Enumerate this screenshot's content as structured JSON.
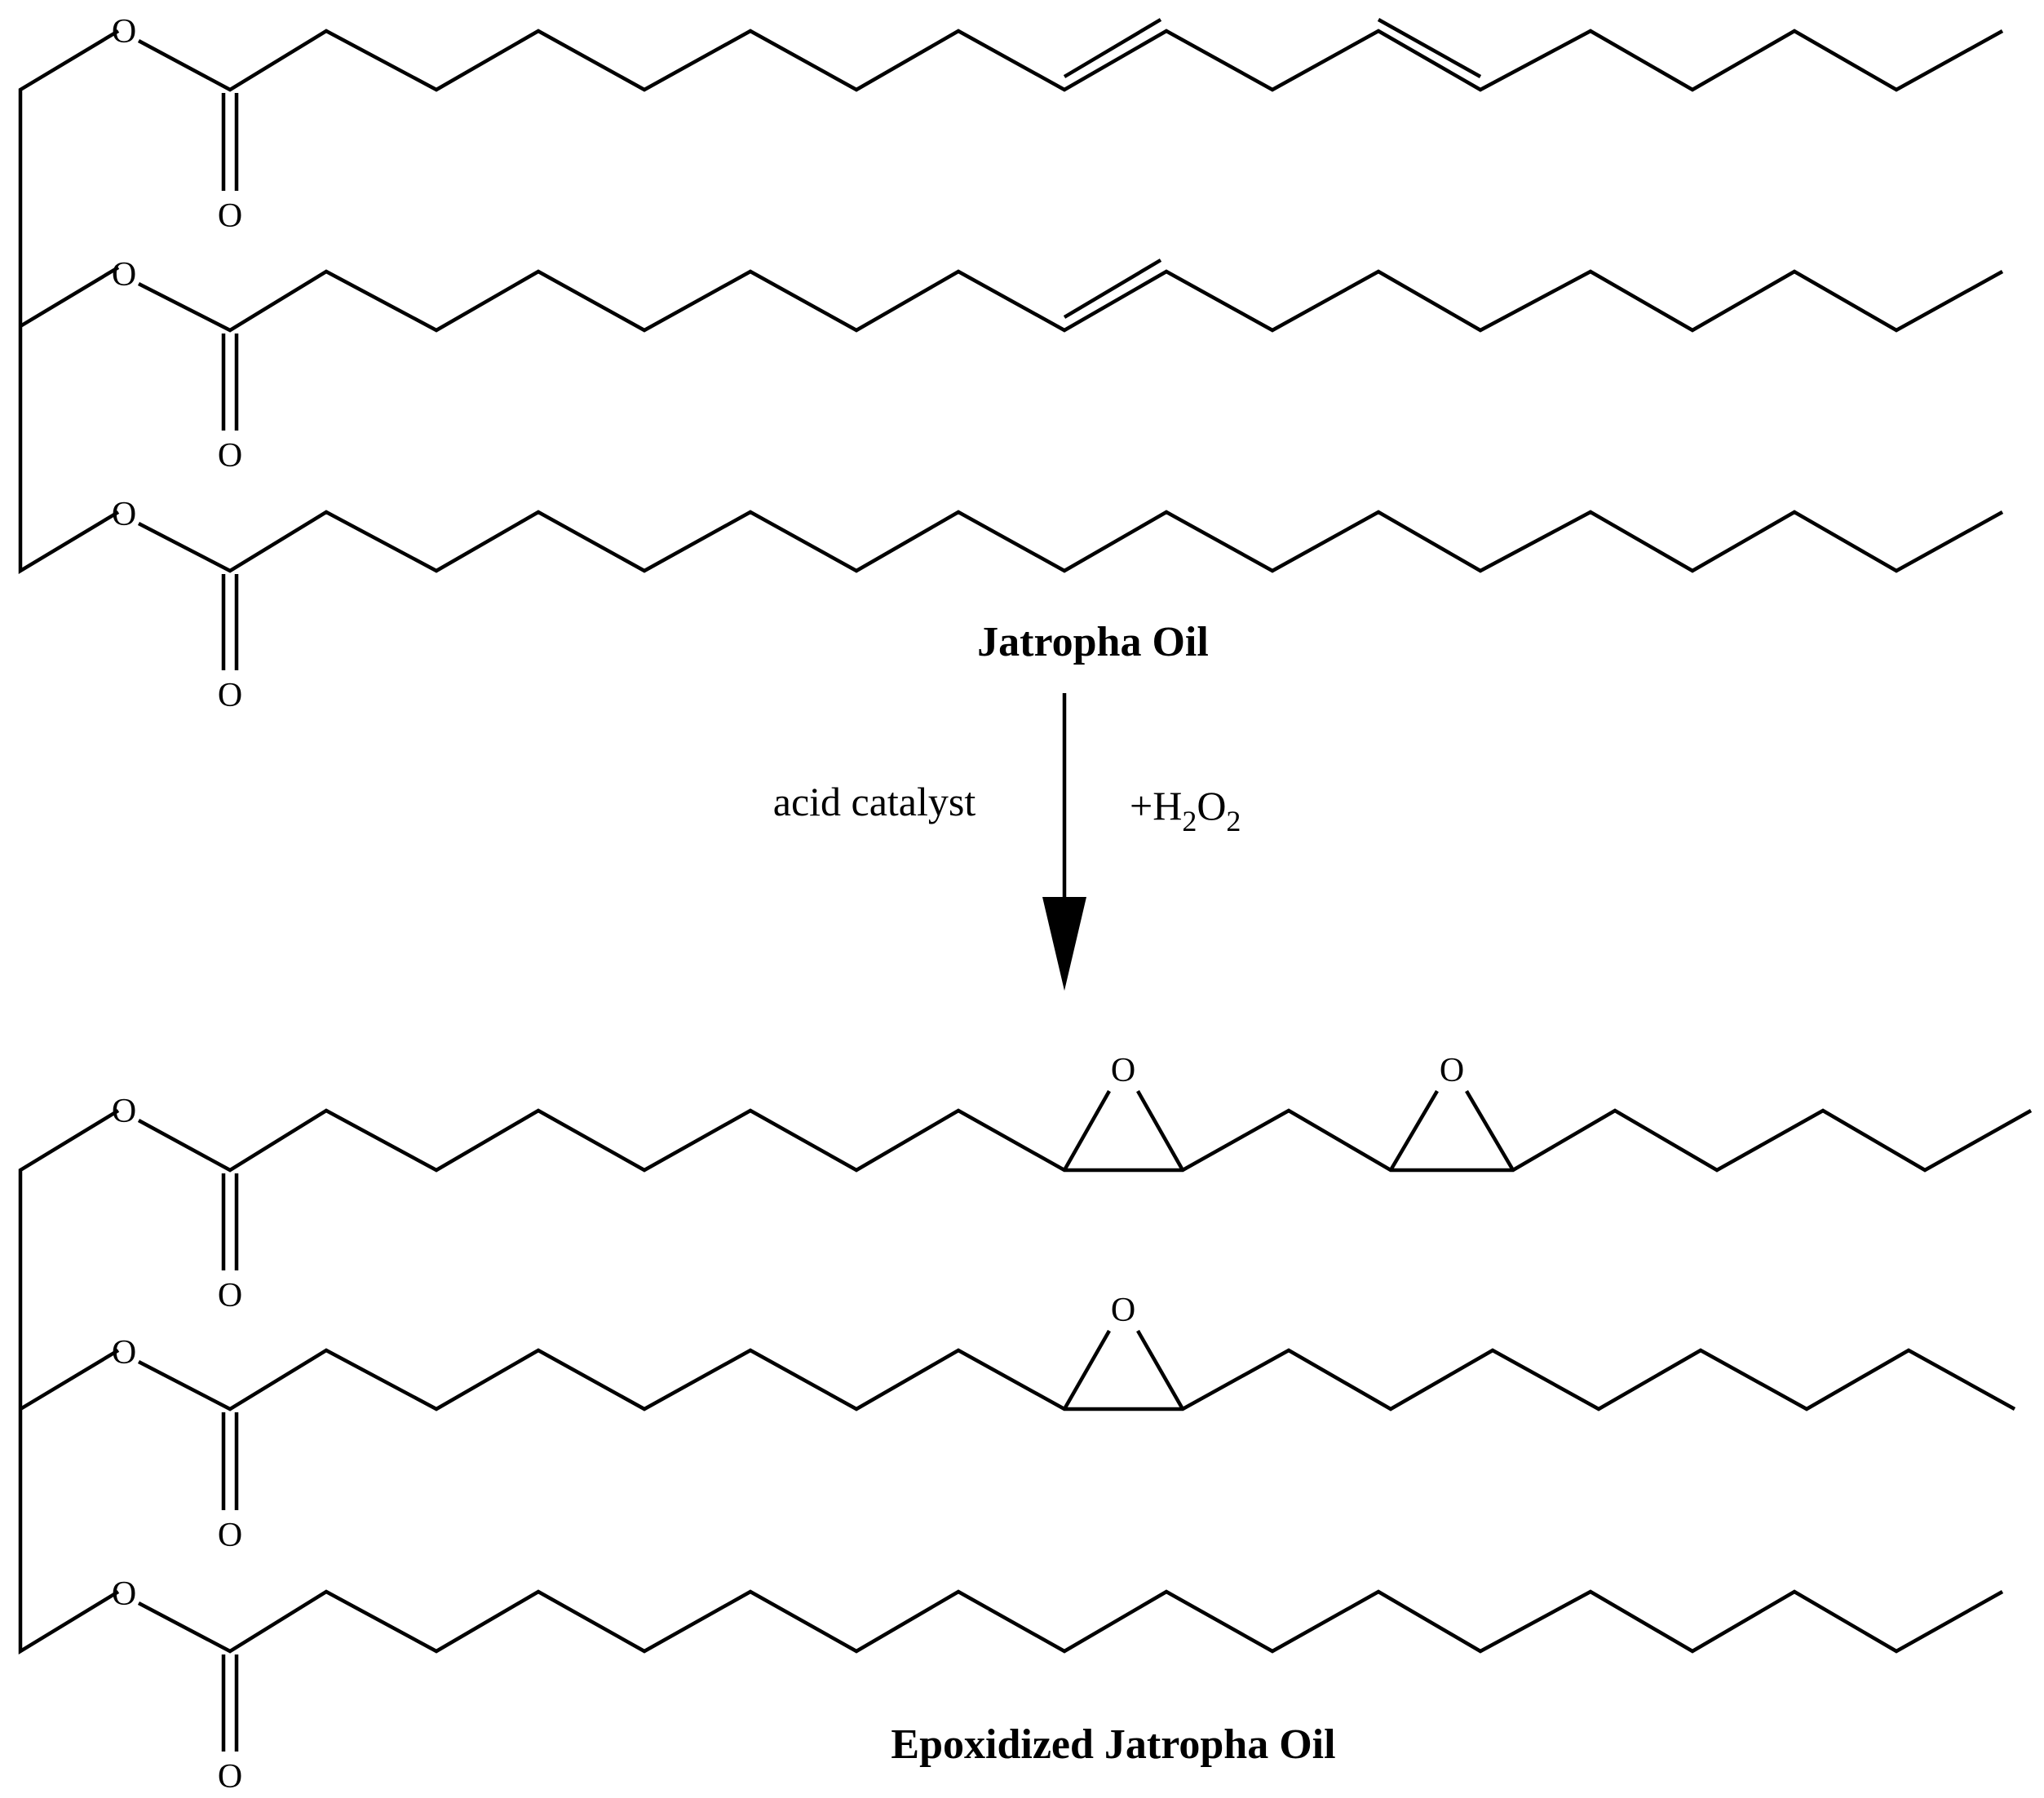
{
  "reactant": {
    "name": "Jatropha Oil",
    "atom_label": "O",
    "chains": [
      {
        "double_bonds": 2
      },
      {
        "double_bonds": 1
      },
      {
        "double_bonds": 0
      }
    ]
  },
  "reaction": {
    "catalyst": "acid catalyst",
    "reagent": {
      "plus": "+",
      "h": "H",
      "h_sub": "2",
      "o": "O",
      "o_sub": "2"
    }
  },
  "product": {
    "name": "Epoxidized Jatropha Oil",
    "atom_label": "O",
    "chains": [
      {
        "epoxide_groups": 2
      },
      {
        "epoxide_groups": 1
      },
      {
        "epoxide_groups": 0
      }
    ]
  },
  "colors": {
    "line": "#000000",
    "background": "#ffffff"
  }
}
